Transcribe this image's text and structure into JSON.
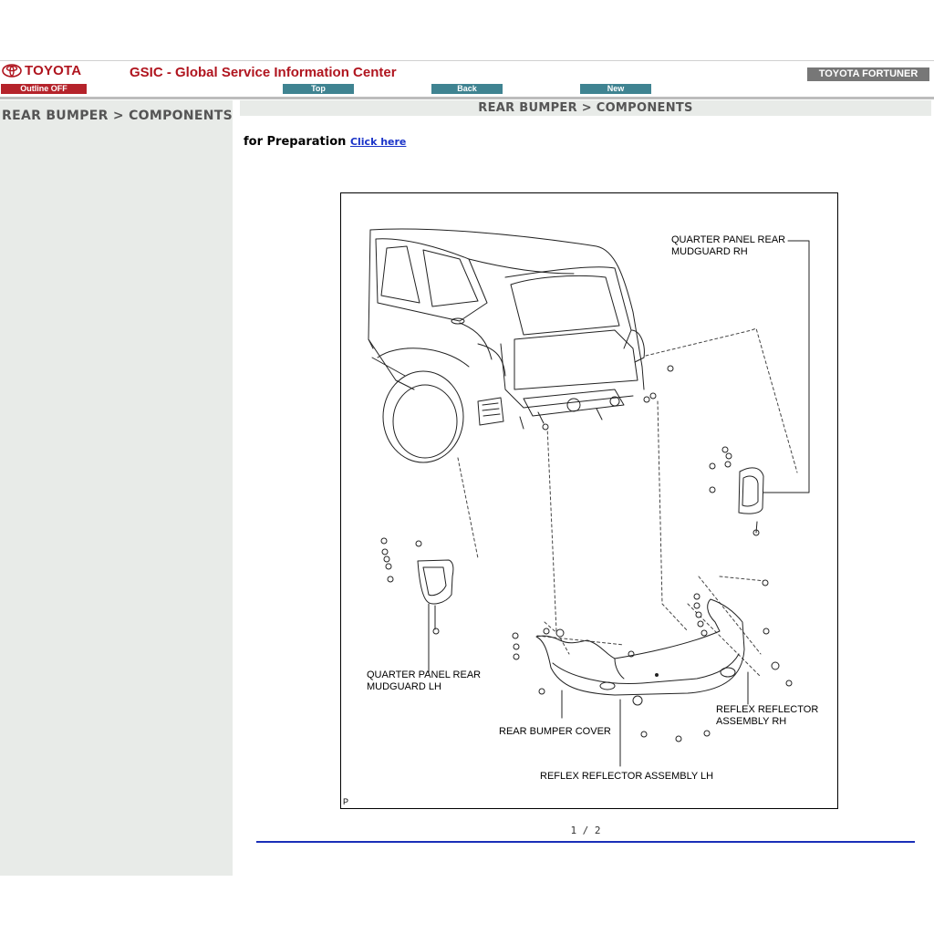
{
  "header": {
    "brand": "TOYOTA",
    "outline_button": "Outline OFF",
    "site_title": "GSIC - Global Service Information Center",
    "nav": {
      "top": "Top",
      "back": "Back",
      "new": "New"
    },
    "model": "TOYOTA FORTUNER",
    "brand_color": "#b0151f",
    "nav_color": "#3f8391"
  },
  "sidebar": {
    "title": "REAR BUMPER > COMPONENTS"
  },
  "main": {
    "title": "REAR BUMPER > COMPONENTS",
    "preparation_label": "for Preparation",
    "preparation_link": "Click here"
  },
  "figure": {
    "callouts": {
      "mudguard_rh": "QUARTER PANEL REAR\nMUDGUARD RH",
      "mudguard_lh": "QUARTER PANEL REAR\nMUDGUARD LH",
      "bumper_cover": "REAR BUMPER COVER",
      "reflector_rh": "REFLEX REFLECTOR\nASSEMBLY RH",
      "reflector_lh": "REFLEX REFLECTOR ASSEMBLY LH"
    },
    "corner_mark": "P"
  },
  "footer": {
    "page": "1 / 2"
  }
}
